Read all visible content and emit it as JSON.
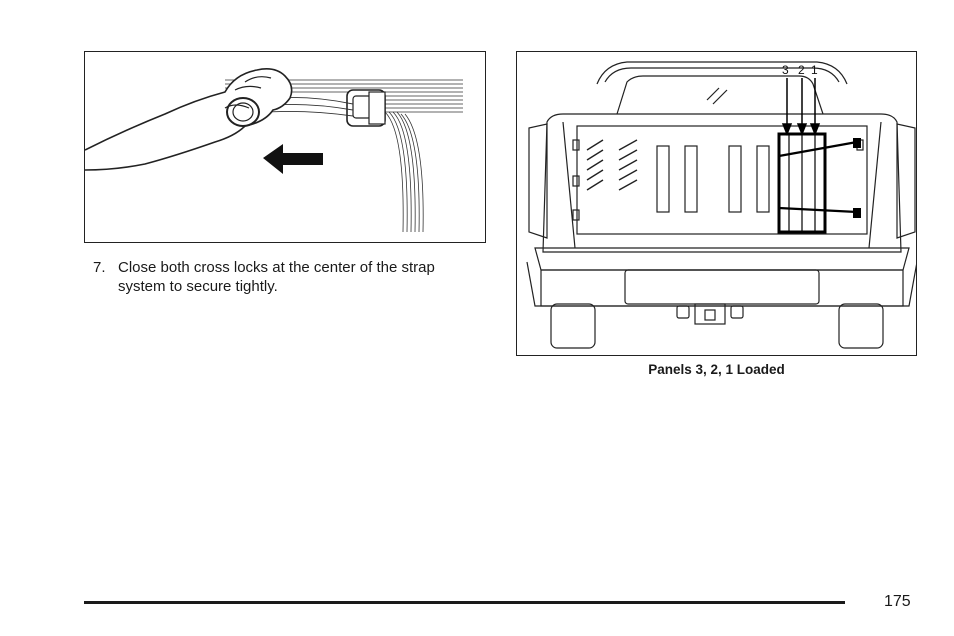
{
  "left_figure": {
    "instruction": {
      "number": "7.",
      "text": "Close both cross locks at the center of the strap system to secure tightly."
    }
  },
  "right_figure": {
    "panel_labels": [
      "3",
      "2",
      "1"
    ],
    "caption": "Panels 3, 2, 1 Loaded"
  },
  "footer": {
    "page_number": "175"
  }
}
